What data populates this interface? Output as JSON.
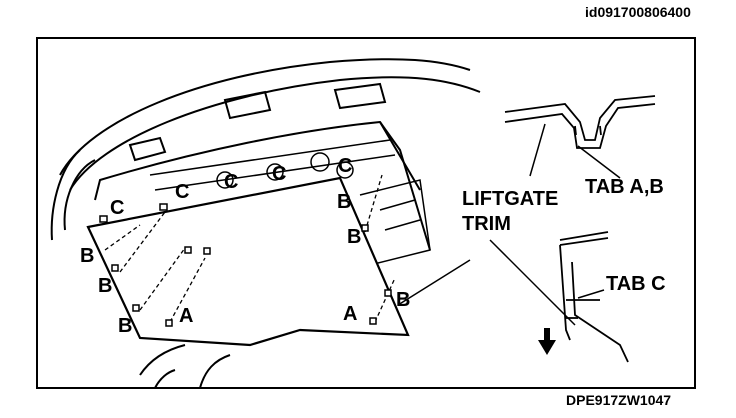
{
  "header": {
    "image_id": "id091700806400"
  },
  "footer": {
    "figure_code": "DPE917ZW1047"
  },
  "labels": {
    "liftgate_trim_line1": "LIFTGATE",
    "liftgate_trim_line2": "TRIM",
    "tab_ab": "TAB A,B",
    "tab_c": "TAB C",
    "a": "A",
    "b": "B",
    "c": "C"
  }
}
